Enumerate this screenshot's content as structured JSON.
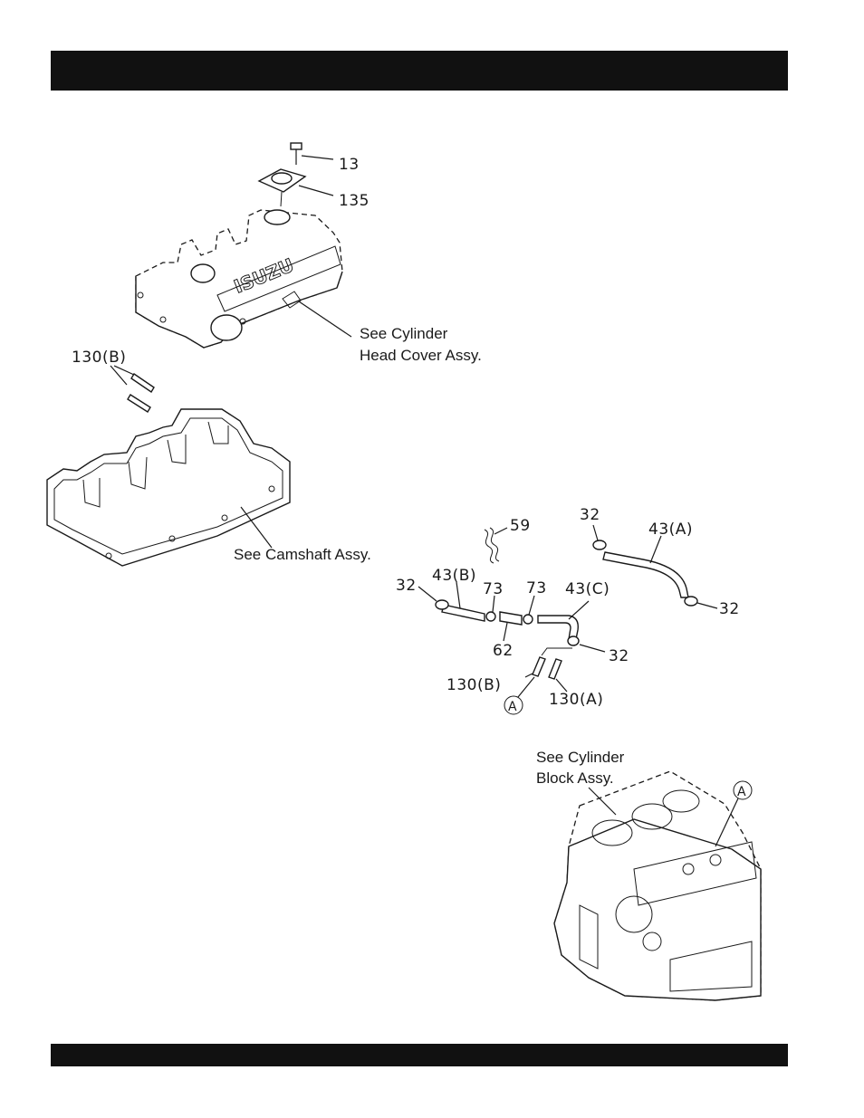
{
  "header": {
    "title": ""
  },
  "footer": {
    "text": ""
  },
  "callouts": {
    "c13": "13",
    "c135": "135",
    "c130b_top": "130(B)",
    "c59": "59",
    "c32_a": "32",
    "c43a": "43(A)",
    "c32_b": "32",
    "c32_c": "32",
    "c43b": "43(B)",
    "c73_a": "73",
    "c73_b": "73",
    "c43c": "43(C)",
    "c62": "62",
    "c32_d": "32",
    "c130b": "130(B)",
    "c130a": "130(A)",
    "ref_a_hose": "A",
    "ref_a_block": "A"
  },
  "notes": {
    "head_cover_1": "See Cylinder",
    "head_cover_2": "Head Cover Assy.",
    "camshaft": "See Camshaft Assy.",
    "block_1": "See Cylinder",
    "block_2": "Block Assy."
  },
  "cover_logo": "ISUZU"
}
